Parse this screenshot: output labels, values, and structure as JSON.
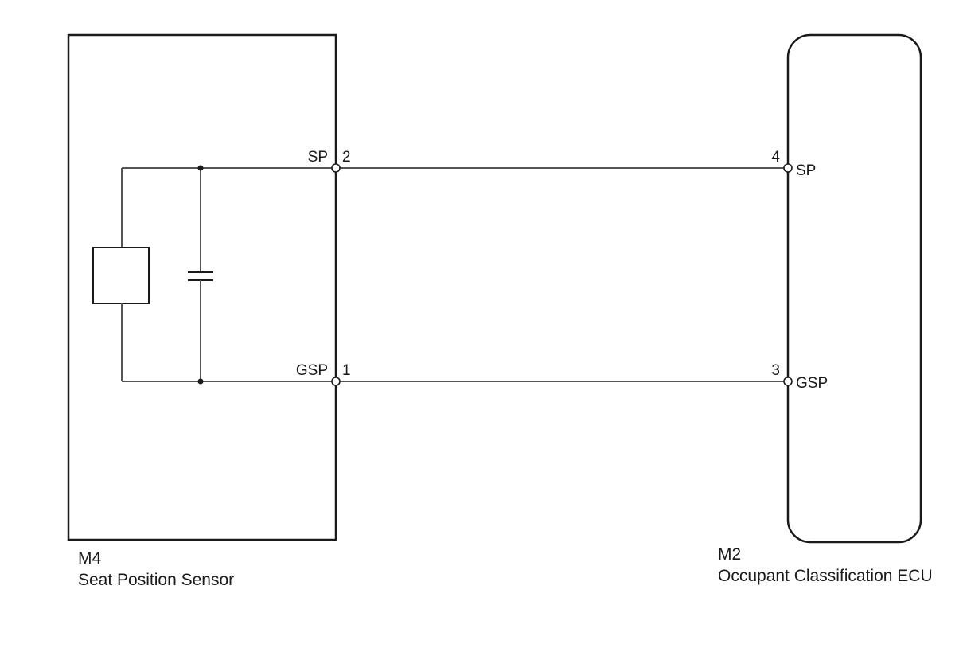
{
  "sensor": {
    "code": "M4",
    "name": "Seat Position Sensor",
    "pins": [
      {
        "label": "SP",
        "number": "2"
      },
      {
        "label": "GSP",
        "number": "1"
      }
    ]
  },
  "ecu": {
    "code": "M2",
    "name": "Occupant Classification ECU",
    "pins": [
      {
        "label": "SP",
        "number": "4"
      },
      {
        "label": "GSP",
        "number": "3"
      }
    ]
  },
  "colors": {
    "outline": "#1a1a1a",
    "wire": "#555555",
    "background": "#ffffff"
  }
}
